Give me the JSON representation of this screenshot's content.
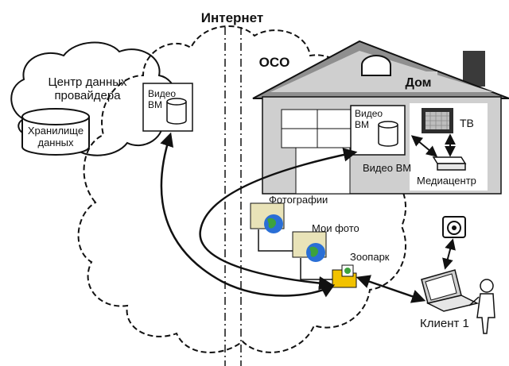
{
  "labels": {
    "internet": "Интернет",
    "oso": "OCO",
    "home": "Дом",
    "datacenter_line1": "Центр данных",
    "datacenter_line2": "провайдера",
    "storage_line1": "Хранилище",
    "storage_line2": "данных",
    "cloud_vm_line1": "Видео",
    "cloud_vm_line2": "ВМ",
    "house_vm_line1": "Видео",
    "house_vm_line2": "ВМ",
    "house_vm_caption": "Видео ВМ",
    "tv": "ТВ",
    "media_center": "Медиацентр",
    "photos": "Фотографии",
    "my_photos": "Мои фото",
    "zoo": "Зоопарк",
    "client": "Клиент 1"
  },
  "colors": {
    "roof": "#8f8f8f",
    "wall": "#cfcfcf",
    "dark": "#3a3a3a",
    "folder": "#f2c200",
    "globe_blue": "#2a6fd6",
    "globe_green": "#3da23d"
  },
  "icons": [
    "storage-cylinder-icon",
    "vm-disk-icon",
    "tv-icon",
    "media-center-icon",
    "folder-globe-icon",
    "folder-zoo-icon",
    "laptop-icon",
    "camera-icon",
    "person-icon"
  ]
}
